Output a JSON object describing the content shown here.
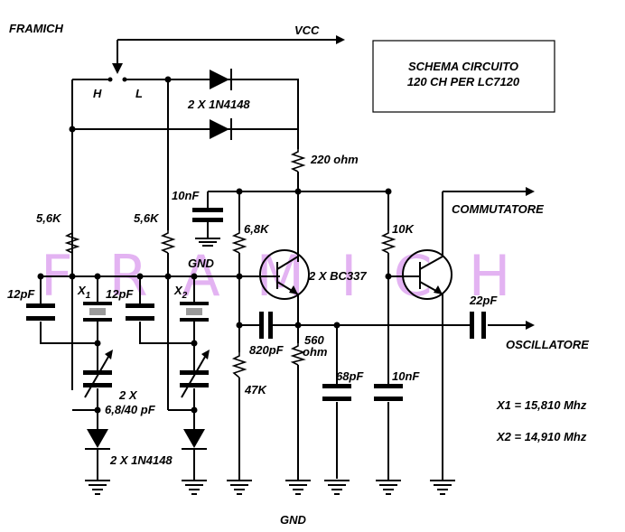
{
  "header": {
    "author": "FRAMICH",
    "watermark": "FRAMICH"
  },
  "title_box": {
    "line1": "SCHEMA CIRCUITO",
    "line2": "120 CH PER LC7120"
  },
  "rails": {
    "vcc": "VCC",
    "switch_h": "H",
    "switch_l": "L",
    "output_commutatore": "COMMUTATORE",
    "output_oscillatore": "OSCILLATORE",
    "gnd_label_top": "GND",
    "gnd_label_bottom": "GND"
  },
  "components": {
    "diodes_top": "2 X 1N4148",
    "diodes_bottom": "2 X 1N4148",
    "r_220": "220 ohm",
    "c_10nF_top": "10nF",
    "r_5k6_left": "5,6K",
    "r_5k6_right": "5,6K",
    "r_6k8": "6,8K",
    "r_10k": "10K",
    "transistors": "2 X BC337",
    "c_12pF_left": "12pF",
    "c_12pF_mid": "12pF",
    "x1": "X",
    "x1_sub": "1",
    "x2": "X",
    "x2_sub": "2",
    "trimmers_line1": "2 X",
    "trimmers_line2": "6,8/40 pF",
    "c_820pF": "820pF",
    "r_560_line1": "560",
    "r_560_line2": "ohm",
    "r_47k": "47K",
    "c_68pF": "68pF",
    "c_10nF_bottom": "10nF",
    "c_22pF": "22pF"
  },
  "crystals": {
    "x1_freq": "X1 = 15,810 Mhz",
    "x2_freq": "X2 = 14,910 Mhz"
  }
}
